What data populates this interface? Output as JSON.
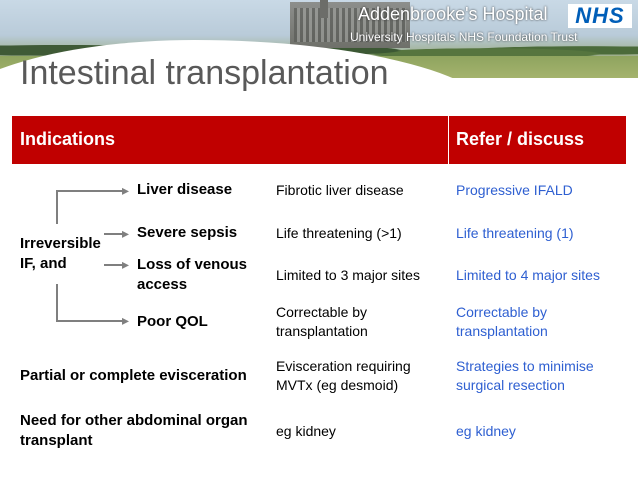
{
  "header": {
    "hospital_name": "Addenbrooke's Hospital",
    "trust_name": "University Hospitals NHS Foundation Trust",
    "nhs_logo": "NHS"
  },
  "slide": {
    "title": "Intestinal transplantation"
  },
  "table": {
    "col1_header": "Indications",
    "col3_header": "Refer / discuss",
    "group_label": "Irreversible IF, and",
    "rows": [
      {
        "indication": "Liver disease",
        "criteria": "Fibrotic liver disease",
        "refer": "Progressive IFALD"
      },
      {
        "indication": "Severe sepsis",
        "criteria": "Life threatening (>1)",
        "refer": "Life threatening (1)"
      },
      {
        "indication": "Loss of venous access",
        "criteria": "Limited to 3 major sites",
        "refer": "Limited to 4 major sites"
      },
      {
        "indication": "Poor QOL",
        "criteria": "Correctable by transplantation",
        "refer": "Correctable by transplantation"
      },
      {
        "indication": "Partial or complete evisceration",
        "criteria": "Evisceration requiring MVTx (eg desmoid)",
        "refer": "Strategies to minimise surgical resection"
      },
      {
        "indication": "Need for other abdominal organ transplant",
        "criteria": "eg kidney",
        "refer": "eg kidney"
      }
    ]
  },
  "colors": {
    "header_red": "#c00000",
    "refer_blue": "#2e5fd1",
    "title_grey": "#595959"
  }
}
